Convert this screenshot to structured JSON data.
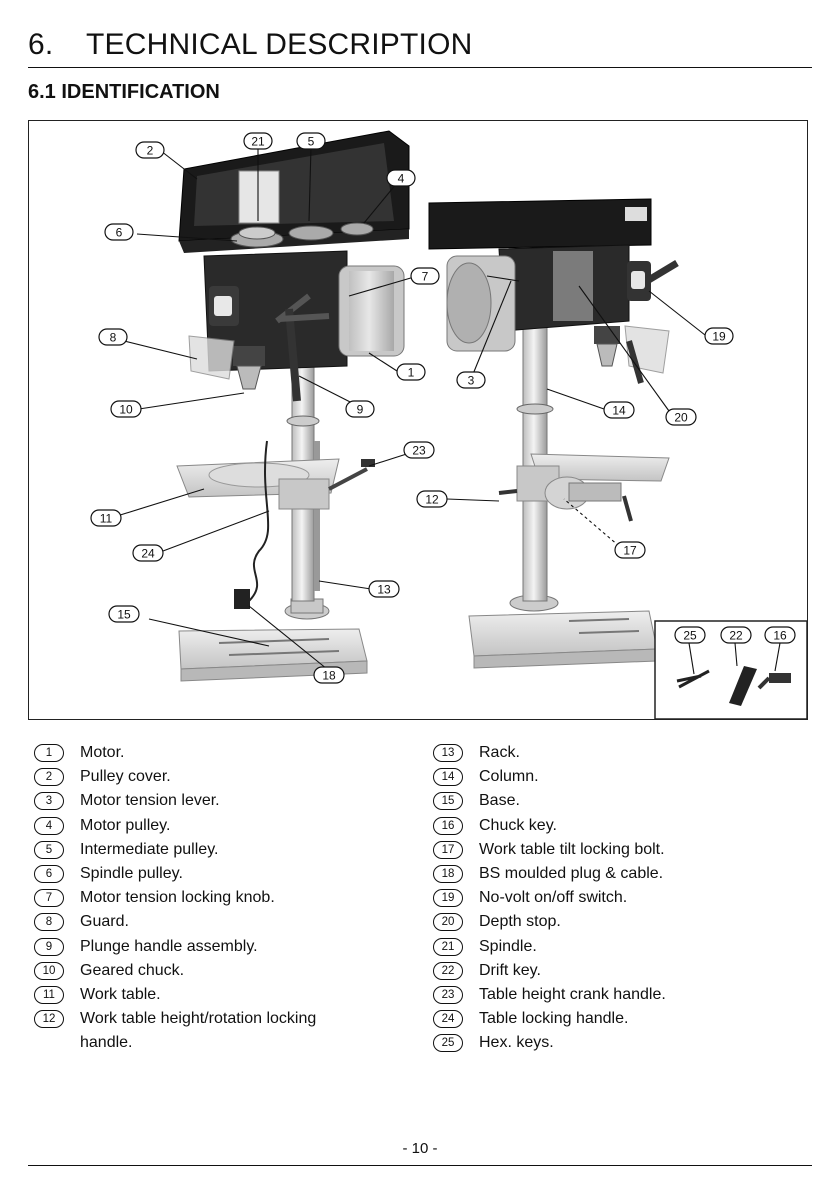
{
  "header": {
    "section_number": "6.",
    "section_title": "TECHNICAL DESCRIPTION",
    "subsection": "6.1 IDENTIFICATION"
  },
  "legend": {
    "left": [
      {
        "num": "1",
        "label": "Motor."
      },
      {
        "num": "2",
        "label": "Pulley cover."
      },
      {
        "num": "3",
        "label": "Motor tension lever."
      },
      {
        "num": "4",
        "label": "Motor pulley."
      },
      {
        "num": "5",
        "label": "Intermediate pulley."
      },
      {
        "num": "6",
        "label": "Spindle pulley."
      },
      {
        "num": "7",
        "label": "Motor tension locking knob."
      },
      {
        "num": "8",
        "label": "Guard."
      },
      {
        "num": "9",
        "label": "Plunge handle assembly."
      },
      {
        "num": "10",
        "label": "Geared chuck."
      },
      {
        "num": "11",
        "label": "Work table."
      },
      {
        "num": "12",
        "label": "Work table height/rotation locking handle."
      }
    ],
    "right": [
      {
        "num": "13",
        "label": "Rack."
      },
      {
        "num": "14",
        "label": "Column."
      },
      {
        "num": "15",
        "label": "Base."
      },
      {
        "num": "16",
        "label": "Chuck key."
      },
      {
        "num": "17",
        "label": "Work table tilt locking bolt."
      },
      {
        "num": "18",
        "label": "BS moulded plug & cable."
      },
      {
        "num": "19",
        "label": "No-volt on/off switch."
      },
      {
        "num": "20",
        "label": "Depth stop."
      },
      {
        "num": "21",
        "label": "Spindle."
      },
      {
        "num": "22",
        "label": "Drift key."
      },
      {
        "num": "23",
        "label": "Table height crank handle."
      },
      {
        "num": "24",
        "label": "Table locking handle."
      },
      {
        "num": "25",
        "label": "Hex. keys."
      }
    ]
  },
  "callouts": {
    "c1": "1",
    "c2": "2",
    "c3": "3",
    "c4": "4",
    "c5": "5",
    "c6": "6",
    "c7": "7",
    "c8": "8",
    "c9": "9",
    "c10": "10",
    "c11": "11",
    "c12": "12",
    "c13": "13",
    "c14": "14",
    "c15": "15",
    "c16": "16",
    "c17": "17",
    "c18": "18",
    "c19": "19",
    "c20": "20",
    "c21": "21",
    "c22": "22",
    "c23": "23",
    "c24": "24",
    "c25": "25"
  },
  "footer": {
    "page_number": "- 10 -"
  }
}
